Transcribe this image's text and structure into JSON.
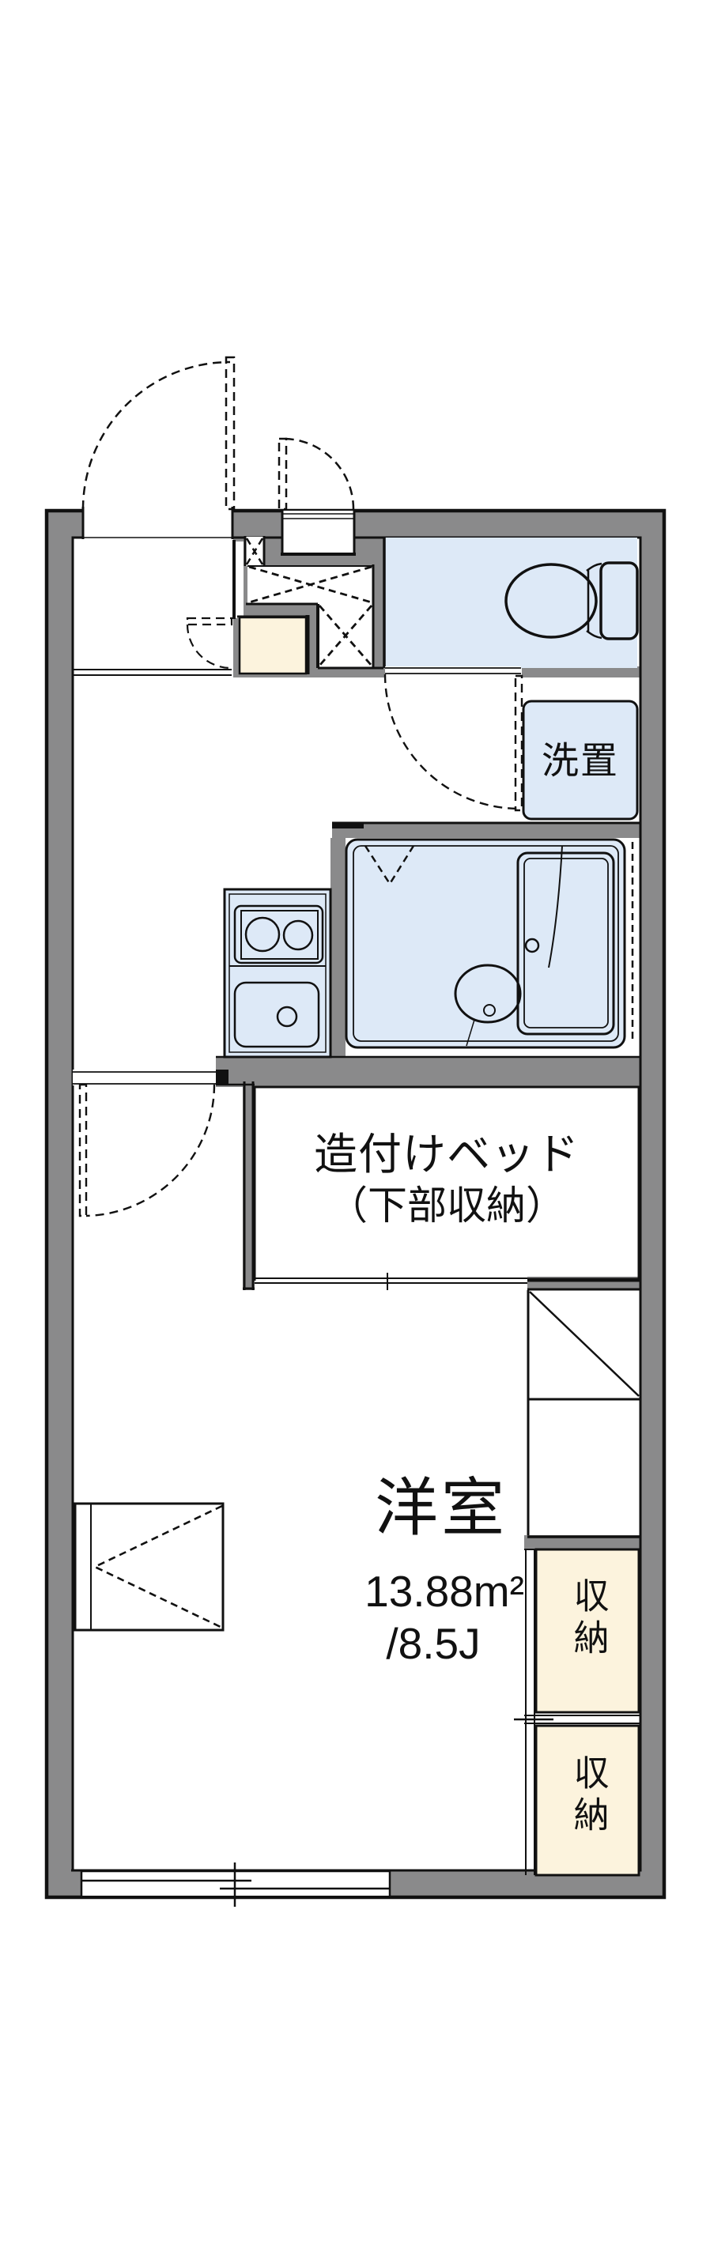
{
  "plan": {
    "type": "japanese-apartment-floor-plan",
    "room_main": {
      "name": "洋室",
      "area_m2": "13.88m²",
      "area_tatami": "/8.5J"
    },
    "labels": {
      "bed_line1": "造付けベッド",
      "bed_line2": "（下部収納）",
      "washer_space": "洗置",
      "storage": "収納"
    },
    "rooms": [
      {
        "name": "洋室",
        "note": "main western-style room, 13.88m² / 8.5 tatami"
      },
      {
        "name": "造付けベッド（下部収納）",
        "note": "built-in bed with storage under"
      },
      {
        "name": "トイレ",
        "note": "toilet room, top right"
      },
      {
        "name": "洗置",
        "note": "washing machine space"
      },
      {
        "name": "ユニットバス",
        "note": "unit bath with tub and basin"
      },
      {
        "name": "キッチン",
        "note": "2-burner stove + sink counter"
      },
      {
        "name": "収納",
        "note": "two storage closets, right side"
      },
      {
        "name": "玄関",
        "note": "entrance with outward swinging doors"
      }
    ],
    "colors": {
      "wall": "#8a8a8b",
      "water": "#dde9f7",
      "storage": "#fcf3dd",
      "line": "#111111",
      "bg": "#ffffff"
    }
  }
}
